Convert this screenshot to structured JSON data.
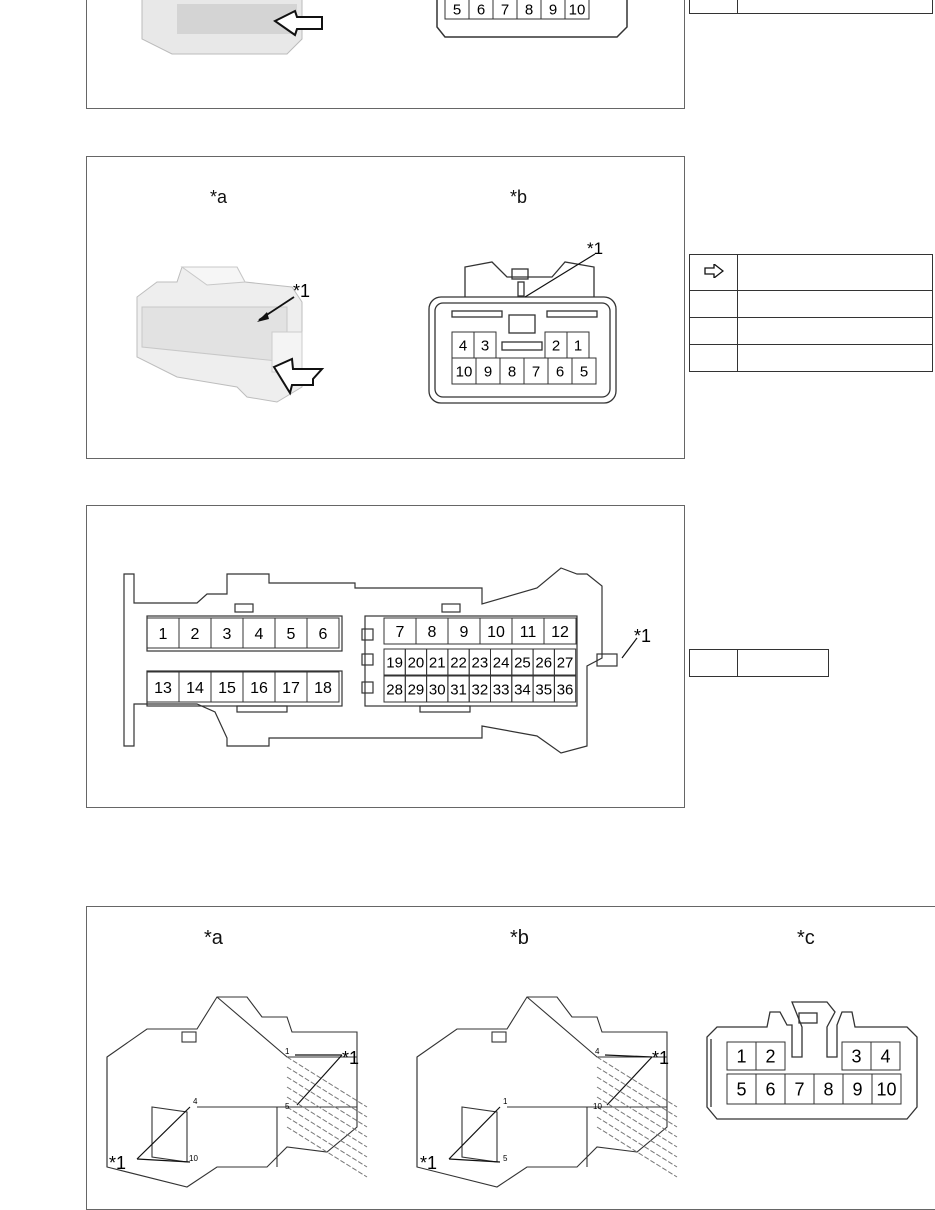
{
  "top_panel": {
    "pins": [
      "5",
      "6",
      "7",
      "8",
      "9",
      "10"
    ]
  },
  "panel2": {
    "label_a": "*a",
    "label_b": "*b",
    "callout_1a": "*1",
    "callout_1b": "*1",
    "pins_top": [
      "4",
      "3",
      "2",
      "1"
    ],
    "pins_bottom": [
      "10",
      "9",
      "8",
      "7",
      "6",
      "5"
    ],
    "legend_arrow_icon": "arrow-right-outline-icon"
  },
  "panel3": {
    "callout": "*1",
    "left_row1": [
      "1",
      "2",
      "3",
      "4",
      "5",
      "6"
    ],
    "left_row2": [
      "13",
      "14",
      "15",
      "16",
      "17",
      "18"
    ],
    "right_row1": [
      "7",
      "8",
      "9",
      "10",
      "11",
      "12"
    ],
    "right_row2": [
      "19",
      "20",
      "21",
      "22",
      "23",
      "24",
      "25",
      "26",
      "27"
    ],
    "right_row3": [
      "28",
      "29",
      "30",
      "31",
      "32",
      "33",
      "34",
      "35",
      "36"
    ]
  },
  "panel4": {
    "label_a": "*a",
    "label_b": "*b",
    "label_c": "*c",
    "callout_a_right": "*1",
    "callout_a_left": "*1",
    "callout_b_right": "*1",
    "callout_b_left": "*1",
    "pin_marks_a": [
      "1",
      "4",
      "5",
      "10"
    ],
    "pin_marks_b": [
      "4",
      "1",
      "10",
      "5"
    ],
    "c_row1": [
      "1",
      "2",
      "3",
      "4"
    ],
    "c_row2": [
      "5",
      "6",
      "7",
      "8",
      "9",
      "10"
    ]
  }
}
